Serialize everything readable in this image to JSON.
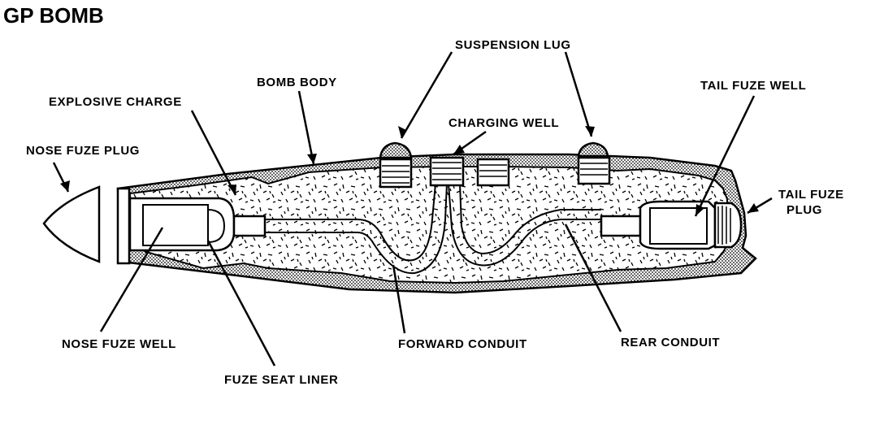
{
  "title": "GP BOMB",
  "labels": {
    "suspension_lug": "SUSPENSION LUG",
    "bomb_body": "BOMB BODY",
    "explosive_charge": "EXPLOSIVE CHARGE",
    "charging_well": "CHARGING WELL",
    "tail_fuze_well": "TAIL FUZE WELL",
    "nose_fuze_plug": "NOSE FUZE PLUG",
    "tail_fuze_plug_1": "TAIL FUZE",
    "tail_fuze_plug_2": "PLUG",
    "nose_fuze_well": "NOSE FUZE WELL",
    "forward_conduit": "FORWARD CONDUIT",
    "rear_conduit": "REAR CONDUIT",
    "fuze_seat_liner": "FUZE SEAT LINER"
  }
}
